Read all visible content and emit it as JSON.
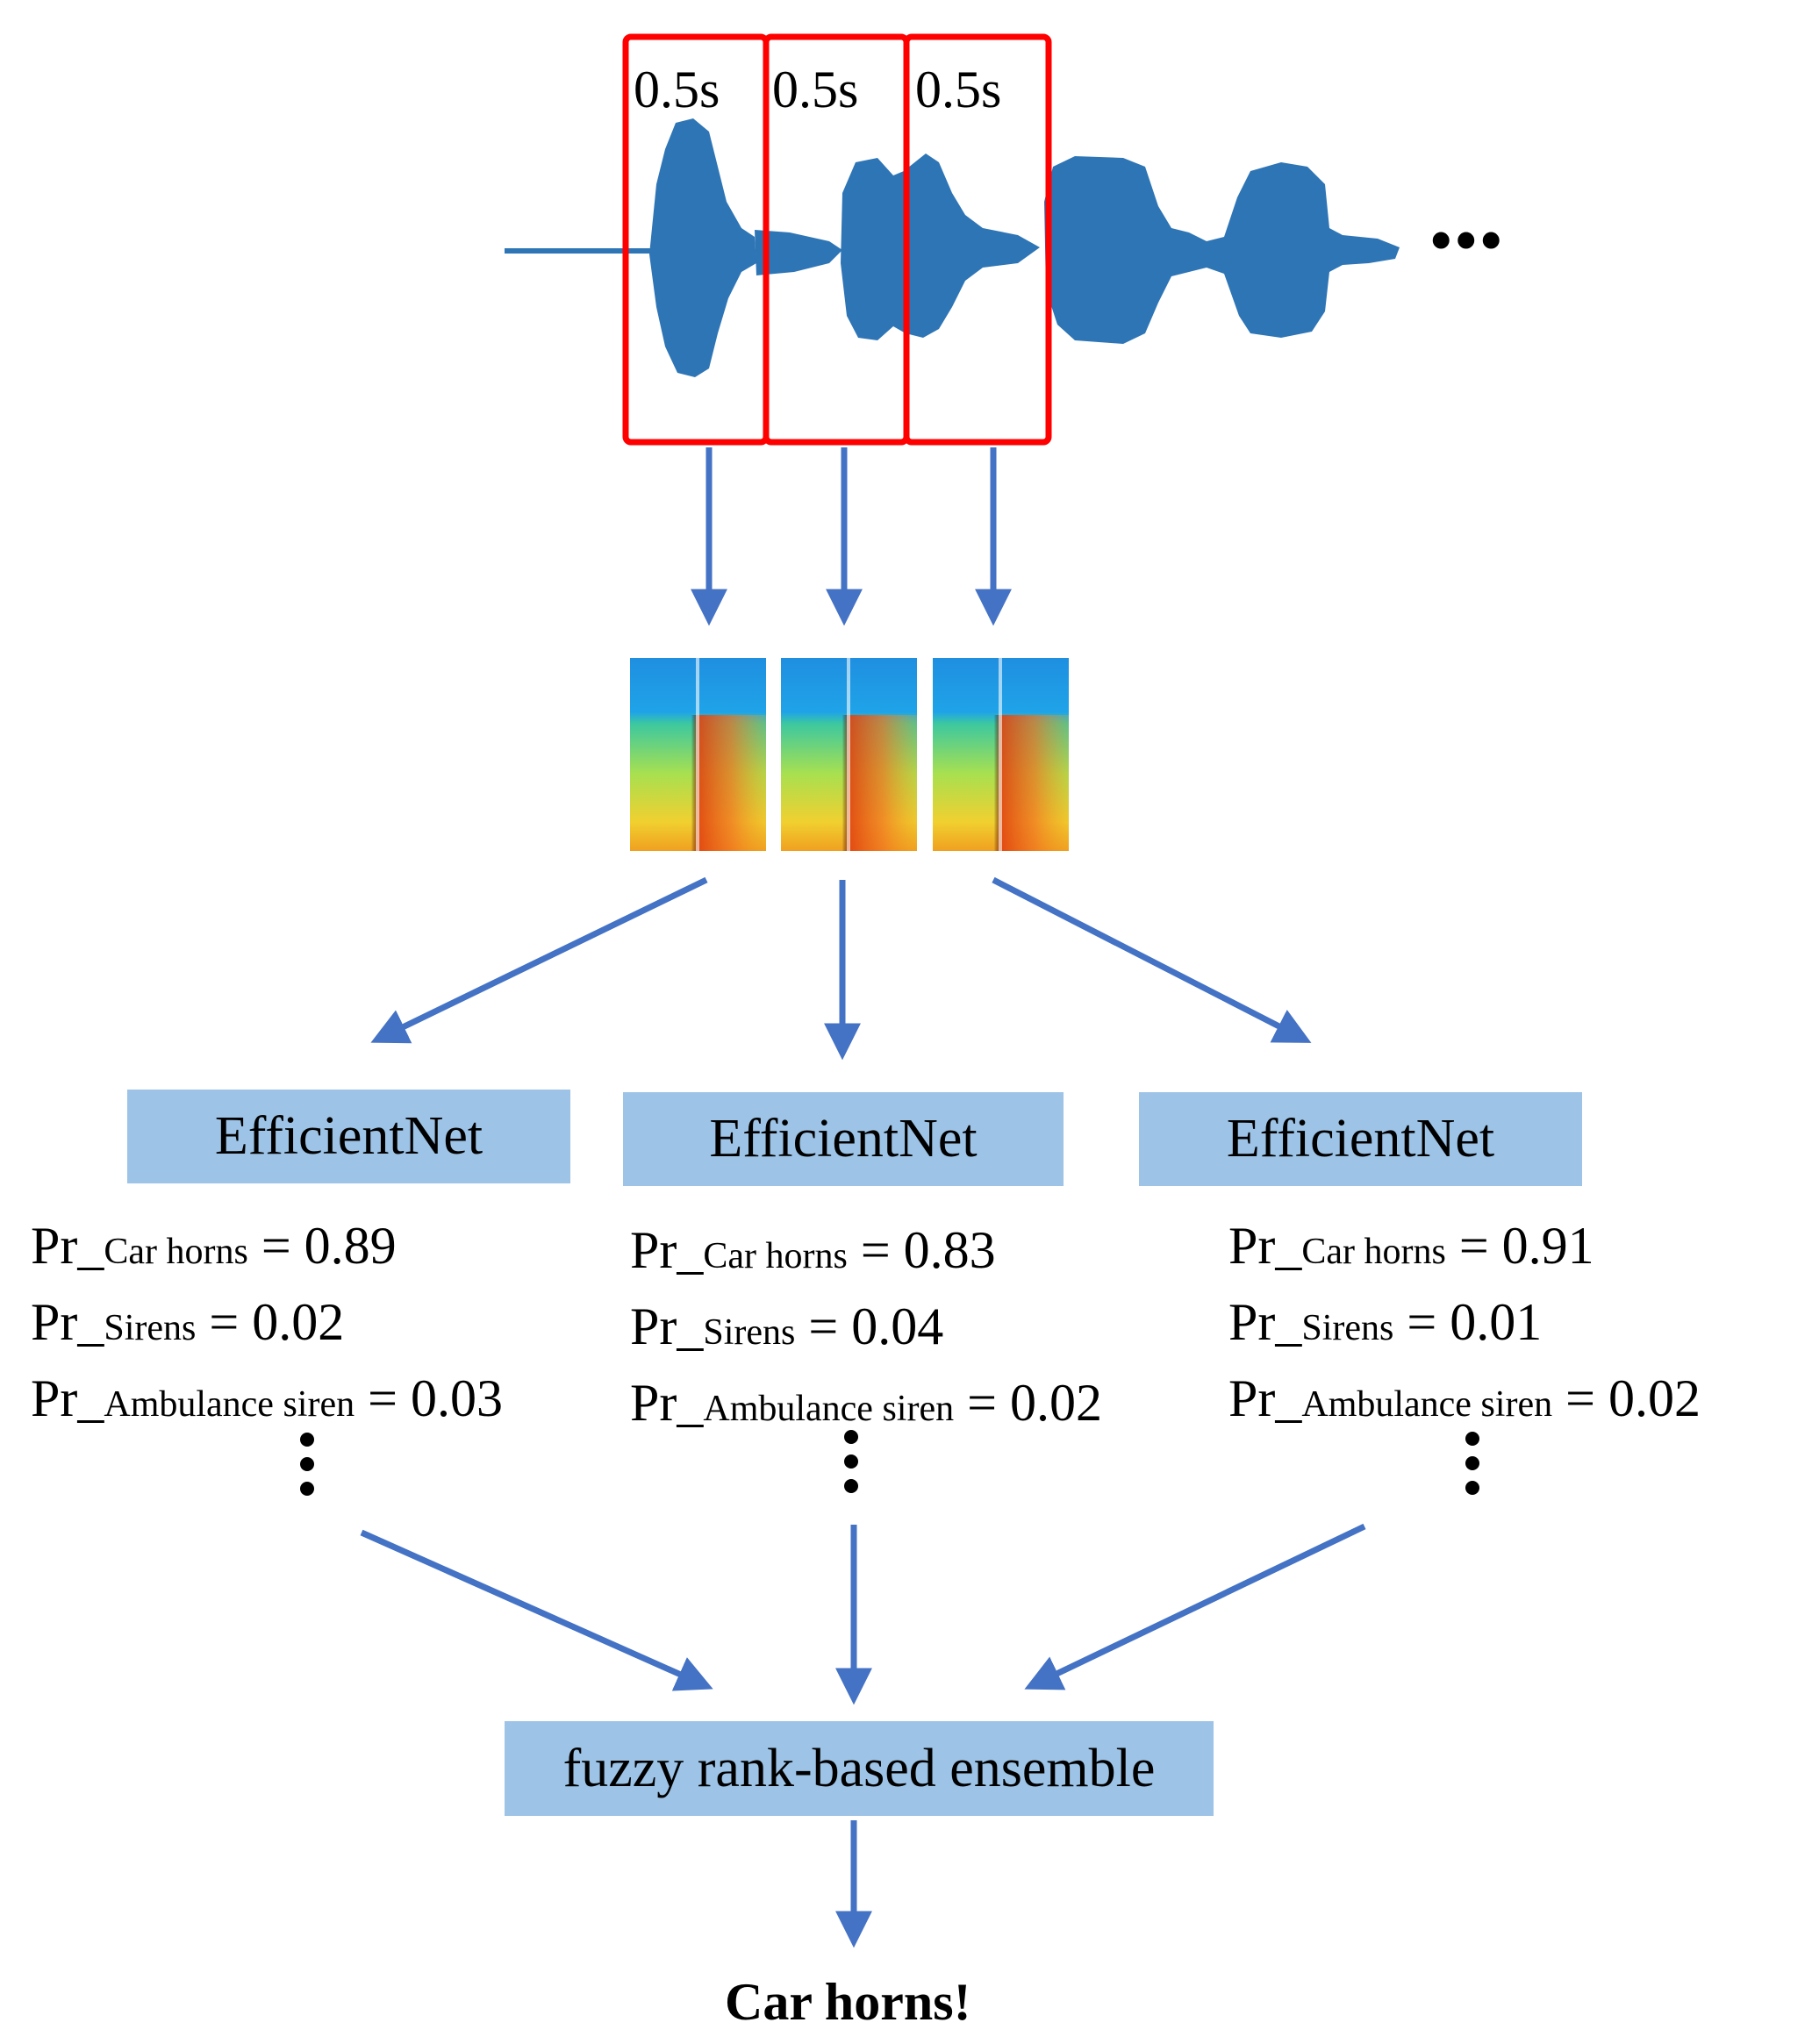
{
  "waveform": {
    "windows": [
      {
        "label": "0.5s"
      },
      {
        "label": "0.5s"
      },
      {
        "label": "0.5s"
      }
    ],
    "continuation": "•••",
    "wave_color": "#2e75b6",
    "window_color": "#ff0000"
  },
  "models": [
    {
      "name": "EfficientNet",
      "probs": [
        {
          "prefix": "Pr_",
          "cls": "Car horns",
          "value": "= 0.89"
        },
        {
          "prefix": "Pr_",
          "cls": "Sirens",
          "value": "= 0.02"
        },
        {
          "prefix": "Pr_",
          "cls": "Ambulance  siren",
          "value": "= 0.03"
        }
      ]
    },
    {
      "name": "EfficientNet",
      "probs": [
        {
          "prefix": "Pr_",
          "cls": "Car horns",
          "value": "= 0.83"
        },
        {
          "prefix": "Pr_",
          "cls": "Sirens",
          "value": "= 0.04"
        },
        {
          "prefix": "Pr_",
          "cls": "Ambulance  siren",
          "value": "= 0.02"
        }
      ]
    },
    {
      "name": "EfficientNet",
      "probs": [
        {
          "prefix": "Pr_",
          "cls": "Car horns",
          "value": "= 0.91"
        },
        {
          "prefix": "Pr_",
          "cls": "Sirens",
          "value": "= 0.01"
        },
        {
          "prefix": "Pr_",
          "cls": "Ambulance  siren",
          "value": "= 0.02"
        }
      ]
    }
  ],
  "ensemble": {
    "label": "fuzzy rank-based ensemble"
  },
  "result": {
    "label": "Car horns!"
  },
  "colors": {
    "arrow": "#4472c4",
    "box": "#9dc3e6"
  }
}
